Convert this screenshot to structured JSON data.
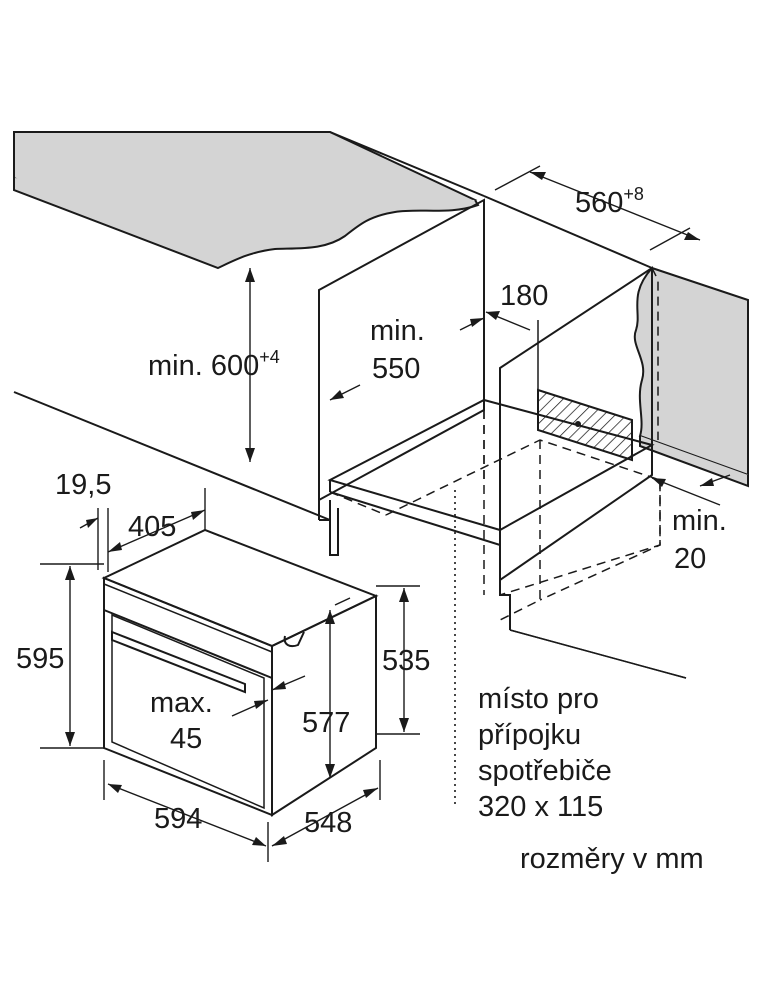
{
  "colors": {
    "line": "#1a1a1a",
    "countertop_fill": "#d4d4d4",
    "background": "#ffffff"
  },
  "labels": {
    "width_560": "560",
    "width_560_tol": "+8",
    "gap_180": "180",
    "min_550_line1": "min.",
    "min_550_line2": "550",
    "min_600": "min. 600",
    "min_600_tol": "+4",
    "min_20_line1": "min.",
    "min_20_line2": "20",
    "d_19_5": "19,5",
    "d_405": "405",
    "d_595": "595",
    "max_45_line1": "max.",
    "max_45_line2": "45",
    "d_577": "577",
    "d_535": "535",
    "d_594": "594",
    "d_548": "548",
    "conn_line1": "místo pro",
    "conn_line2": "přípojku",
    "conn_line3": "spotřebiče",
    "conn_line4": "320 x 115",
    "units": "rozměry v mm"
  }
}
